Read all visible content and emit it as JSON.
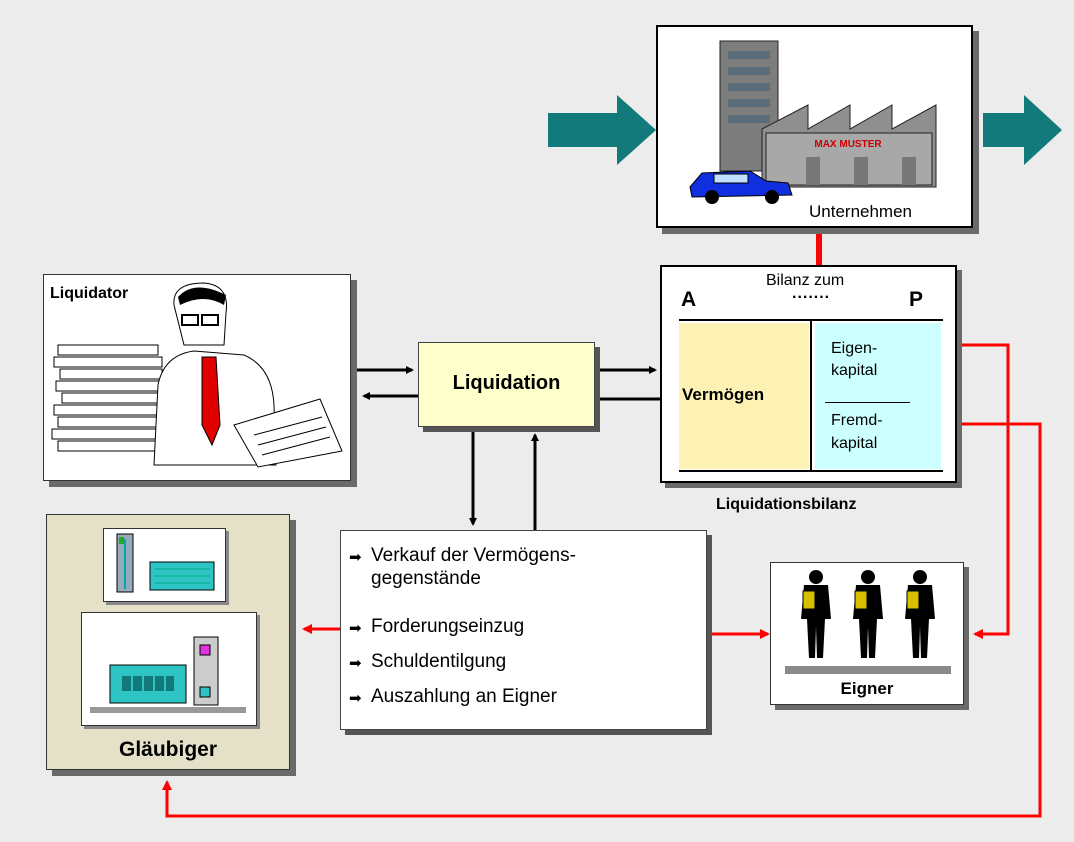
{
  "unternehmen": {
    "label": "Unternehmen",
    "sign": "MAX MUSTER"
  },
  "liquidator": {
    "label": "Liquidator"
  },
  "liquidation": {
    "label": "Liquidation"
  },
  "bilanz": {
    "heading_line1": "Bilanz zum",
    "heading_line2": ".......",
    "aktiva": "A",
    "passiva": "P",
    "vermoegen": "Vermögen",
    "eigen_line1": "Eigen-",
    "eigen_line2": "kapital",
    "fremd_line1": "Fremd-",
    "fremd_line2": "kapital",
    "caption": "Liquidationsbilanz"
  },
  "tasks": {
    "items": [
      {
        "line1": "Verkauf der Vermögens-",
        "line2": "gegenstände"
      },
      {
        "line1": "Forderungseinzug"
      },
      {
        "line1": "Schuldentilgung"
      },
      {
        "line1": "Auszahlung an Eigner"
      }
    ]
  },
  "glaeubiger": {
    "label": "Gläubiger"
  },
  "eigner": {
    "label": "Eigner"
  },
  "colors": {
    "background": "#ececec",
    "teal_arrow": "#127a7a",
    "red_line": "#ff0000",
    "liquidation_fill": "#ffffcc",
    "vermoegen_fill": "#fdf2b3",
    "kapital_fill": "#ccffff",
    "glaeubiger_fill": "#e5e1c9"
  }
}
